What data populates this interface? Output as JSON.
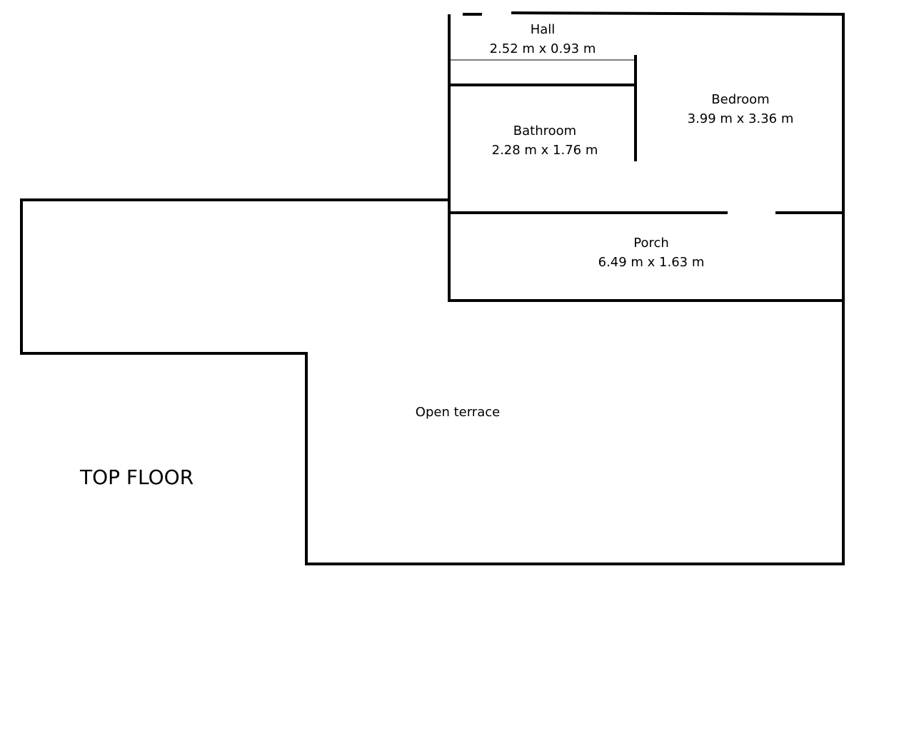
{
  "floor_title": "TOP FLOOR",
  "rooms": {
    "hall": {
      "name": "Hall",
      "dimensions": "2.52 m x 0.93 m"
    },
    "bathroom": {
      "name": "Bathroom",
      "dimensions": "2.28 m x 1.76 m"
    },
    "bedroom": {
      "name": "Bedroom",
      "dimensions": "3.99 m x 3.36 m"
    },
    "porch": {
      "name": "Porch",
      "dimensions": "6.49 m x 1.63 m"
    },
    "terrace": {
      "name": "Open terrace"
    }
  }
}
